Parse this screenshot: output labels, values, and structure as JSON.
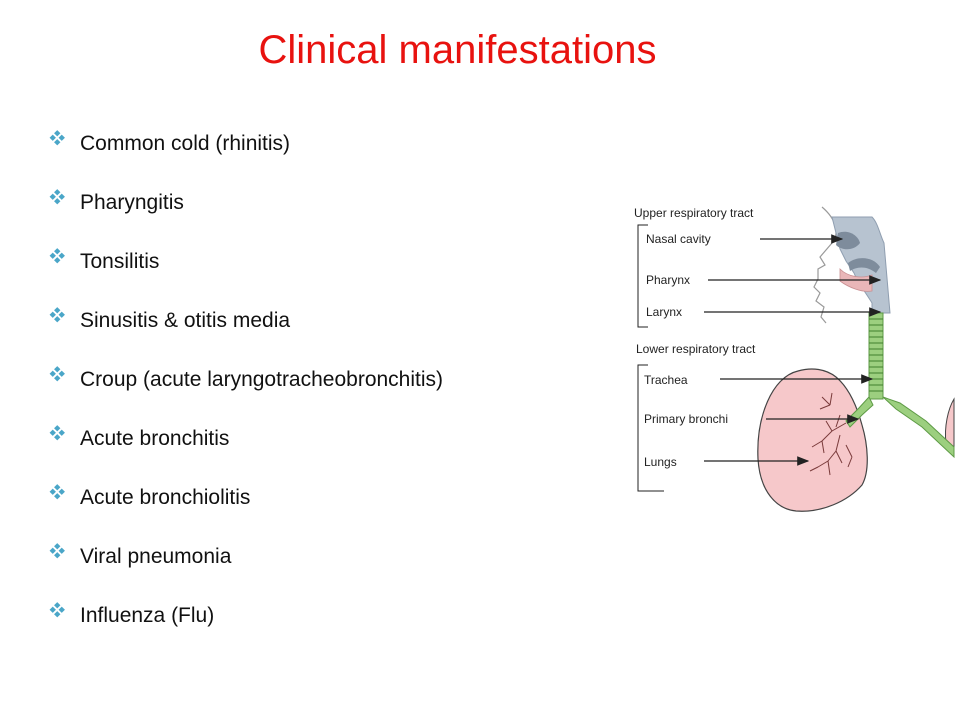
{
  "slide": {
    "title": "Clinical manifestations",
    "bullet_color": "#4aa6c8",
    "title_color": "#e8120f",
    "bullet_icon": "diamond-bullet-icon",
    "items": [
      "Common cold (rhinitis)",
      "Pharyngitis",
      "Tonsilitis",
      "Sinusitis & otitis media",
      "Croup (acute laryngotracheobronchitis)",
      "Acute bronchitis",
      "Acute bronchiolitis",
      "Viral pneumonia",
      "Influenza (Flu)"
    ]
  },
  "diagram": {
    "upper_heading": "Upper respiratory tract",
    "upper_labels": [
      "Nasal cavity",
      "Pharynx",
      "Larynx"
    ],
    "lower_heading": "Lower respiratory tract",
    "lower_labels": [
      "Trachea",
      "Primary bronchi",
      "Lungs"
    ]
  }
}
